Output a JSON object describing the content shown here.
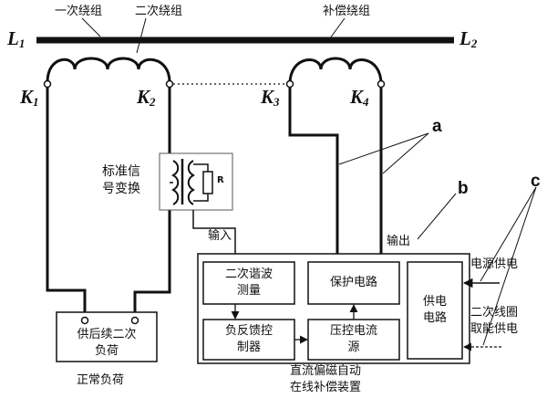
{
  "labels": {
    "primary_winding": "一次绕组",
    "secondary_winding": "二次绕组",
    "compensation_winding": "补偿绕组",
    "line_l1_letter": "L",
    "line_l1_sub": "1",
    "line_l2_letter": "L",
    "line_l2_sub": "2",
    "k1_letter": "K",
    "k1_sub": "1",
    "k2_letter": "K",
    "k2_sub": "2",
    "k3_letter": "K",
    "k3_sub": "3",
    "k4_letter": "K",
    "k4_sub": "4",
    "std_signal_line1": "标准信",
    "std_signal_line2": "号变换",
    "resistor": "R",
    "input": "输入",
    "output": "输出",
    "callout_a": "a",
    "callout_b": "b",
    "callout_c": "c",
    "power_supply": "电源供电",
    "secondary_coil_line1": "二次线圈",
    "secondary_coil_line2": "取能供电",
    "load_line1": "供后续二次",
    "load_line2": "负荷",
    "normal_load": "正常负荷",
    "harmonic_line1": "二次谐波",
    "harmonic_line2": "测量",
    "protection": "保护电路",
    "power_circuit_line1": "供电",
    "power_circuit_line2": "电路",
    "neg_feedback_line1": "负反馈控",
    "neg_feedback_line2": "制器",
    "vc_current_line1": "压控电流",
    "vc_current_line2": "源",
    "device_line1": "直流偏磁自动",
    "device_line2": "在线补偿装置"
  }
}
